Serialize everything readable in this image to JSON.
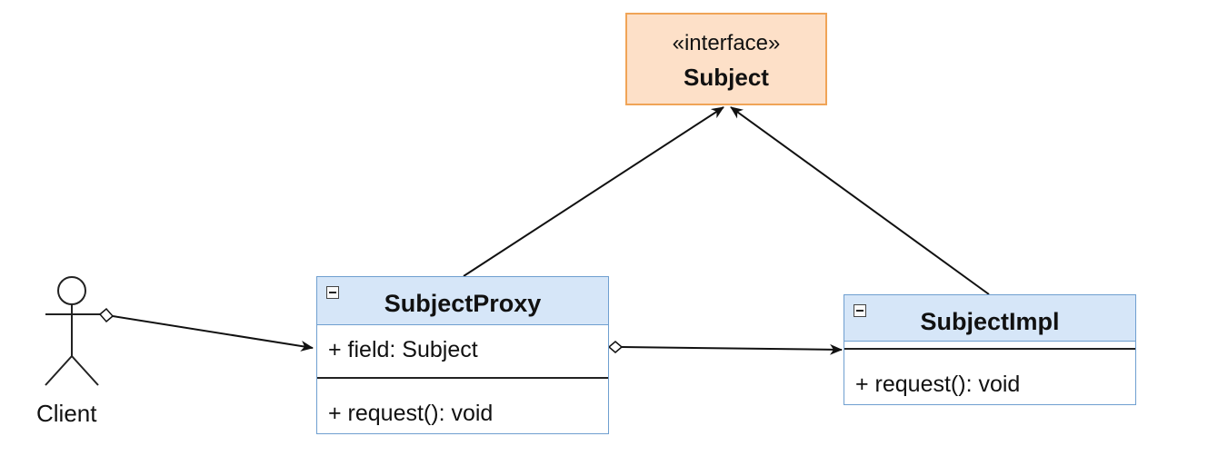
{
  "interface": {
    "stereotype": "«interface»",
    "name": "Subject"
  },
  "subject_proxy": {
    "name": "SubjectProxy",
    "attribute": "+ field: Subject",
    "operation": "+ request(): void"
  },
  "subject_impl": {
    "name": "SubjectImpl",
    "operation": "+ request(): void"
  },
  "actor": {
    "label": "Client"
  },
  "colors": {
    "interface_fill": "#fde0c8",
    "interface_border": "#f0a457",
    "class_header_fill": "#d6e6f8",
    "class_border": "#6f9fd0"
  }
}
